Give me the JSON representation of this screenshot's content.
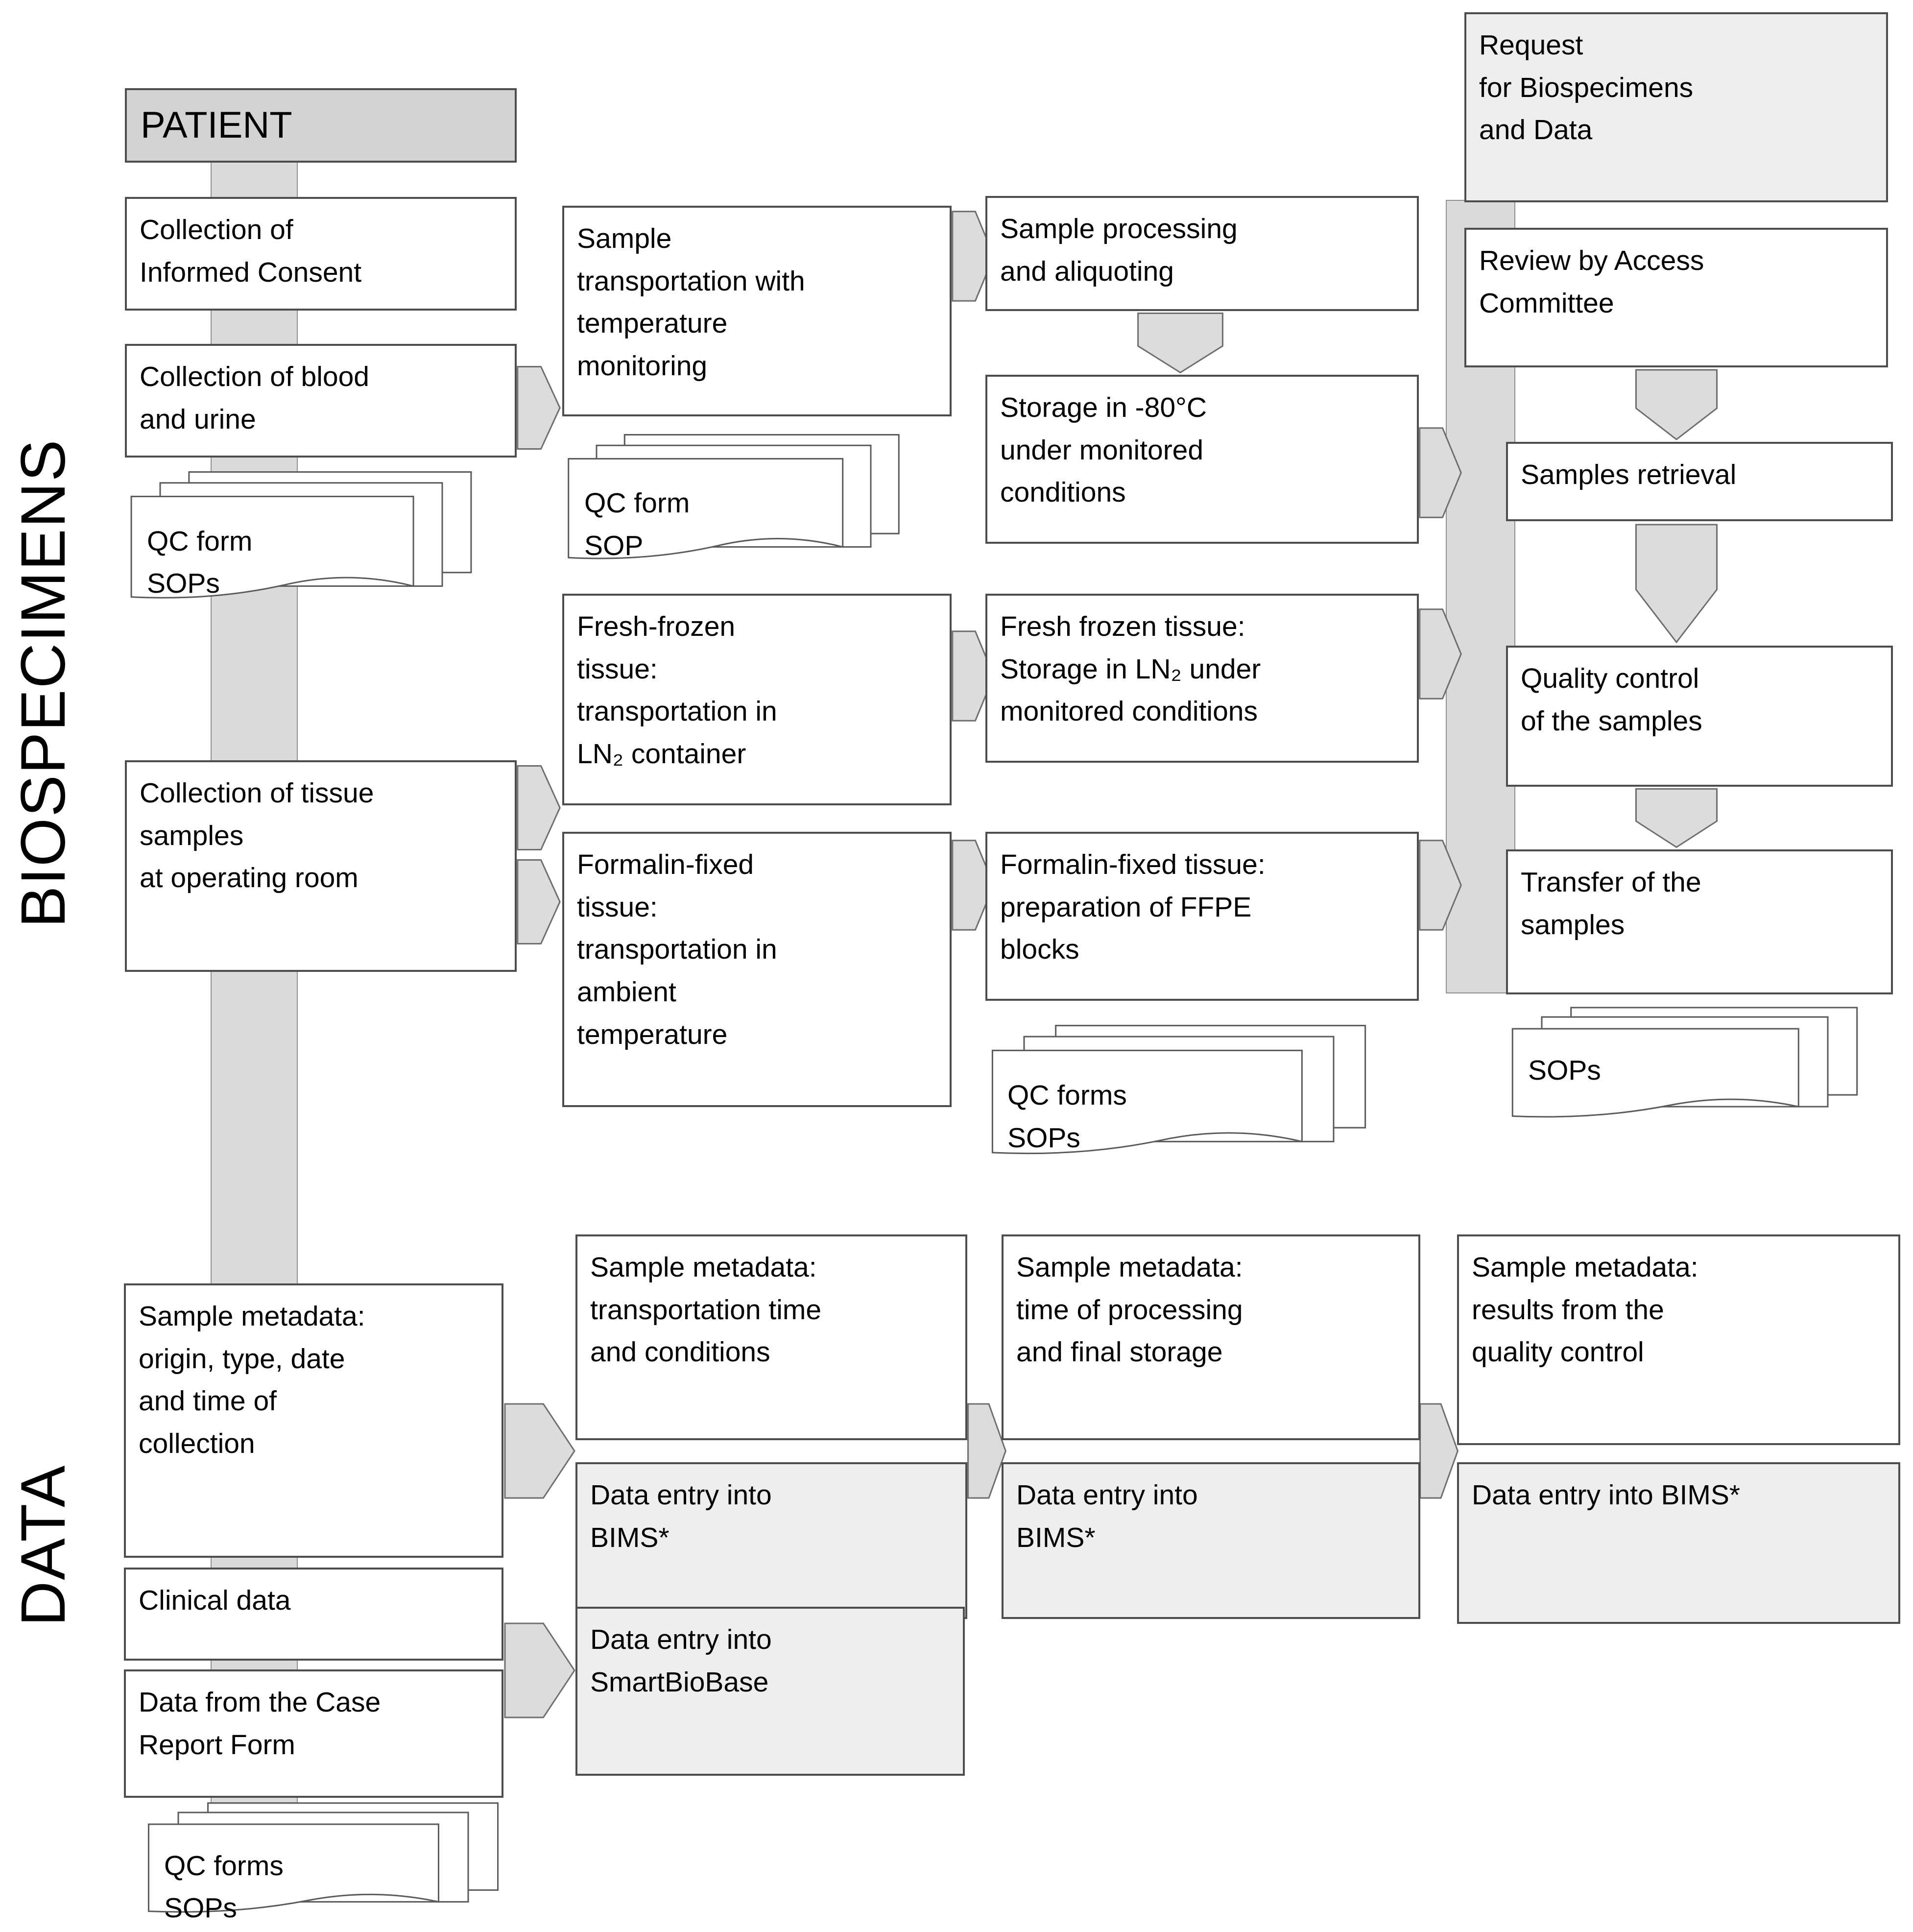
{
  "section_labels": {
    "biospecimens": "BIOSPECIMENS",
    "data": "DATA"
  },
  "colors": {
    "box_border": "#4d4d4d",
    "patient_fill": "#d3d3d3",
    "system_fill": "#eeeeee",
    "band_fill": "#dadada",
    "arrow_fill": "#dcdcdc",
    "background": "#ffffff"
  },
  "nodes": {
    "patient": {
      "text": "PATIENT"
    },
    "consent": {
      "text": "Collection of\nInformed Consent"
    },
    "blood": {
      "text": "Collection of blood\nand urine"
    },
    "qc_form_sops_1": {
      "text": "QC form\nSOPs"
    },
    "tissue": {
      "text": "Collection of tissue\nsamples\nat operating room"
    },
    "transport": {
      "text": "Sample\ntransportation with\ntemperature\nmonitoring"
    },
    "qc_form_sop_2": {
      "text": "QC form\nSOP"
    },
    "fresh_frozen_transport": {
      "text": "Fresh-frozen\ntissue:\ntransportation in\nLN₂ container"
    },
    "formalin_transport": {
      "text": "Formalin-fixed\ntissue:\ntransportation in\nambient\ntemperature"
    },
    "processing": {
      "text": "Sample processing\nand aliquoting"
    },
    "storage_minus80": {
      "text": "Storage in -80°C\nunder monitored\nconditions"
    },
    "fresh_frozen_storage": {
      "text": "Fresh frozen tissue:\nStorage in LN₂ under\nmonitored conditions"
    },
    "ffpe_blocks": {
      "text": "Formalin-fixed tissue:\npreparation of FFPE\nblocks"
    },
    "qc_forms_sops_3": {
      "text": "QC forms\nSOPs"
    },
    "request": {
      "text": "Request\nfor Biospecimens\nand Data"
    },
    "review": {
      "text": "Review by Access\nCommittee"
    },
    "retrieval": {
      "text": "Samples retrieval"
    },
    "quality_control": {
      "text": "Quality control\nof the samples"
    },
    "transfer": {
      "text": "Transfer of the\nsamples"
    },
    "sops_4": {
      "text": "SOPs"
    },
    "meta_collection": {
      "text": "Sample metadata:\norigin, type, date\nand time of\ncollection"
    },
    "meta_transport": {
      "text": "Sample metadata:\ntransportation time\nand conditions"
    },
    "bims_1": {
      "text": "Data entry into\nBIMS*"
    },
    "meta_processing": {
      "text": "Sample metadata:\ntime of processing\nand final storage"
    },
    "bims_2": {
      "text": "Data entry into\nBIMS*"
    },
    "meta_quality": {
      "text": "Sample metadata:\nresults from the\nquality control"
    },
    "bims_3": {
      "text": "Data entry into BIMS*"
    },
    "clinical": {
      "text": "Clinical data"
    },
    "case_report": {
      "text": "Data from the Case\nReport Form"
    },
    "smartbiobase": {
      "text": "Data entry into\nSmartBioBase"
    },
    "qc_forms_sops_5": {
      "text": "QC forms\nSOPs"
    }
  }
}
